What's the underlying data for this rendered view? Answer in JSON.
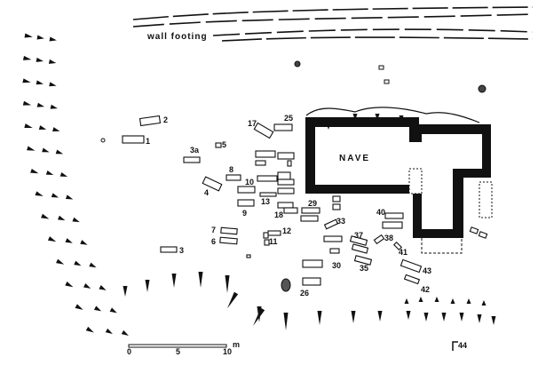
{
  "plan": {
    "wall_footing_label": "wall footing",
    "nave_label": "NAVE",
    "scale": {
      "ticks": [
        "0",
        "5",
        "10"
      ],
      "unit": "m"
    },
    "feature_labels": [
      "1",
      "2",
      "3",
      "3a",
      "4",
      "5",
      "6",
      "7",
      "8",
      "9",
      "10",
      "11",
      "12",
      "13",
      "17",
      "18",
      "25",
      "26",
      "29",
      "30",
      "33",
      "35",
      "37",
      "38",
      "40",
      "41",
      "42",
      "43",
      "44"
    ]
  }
}
